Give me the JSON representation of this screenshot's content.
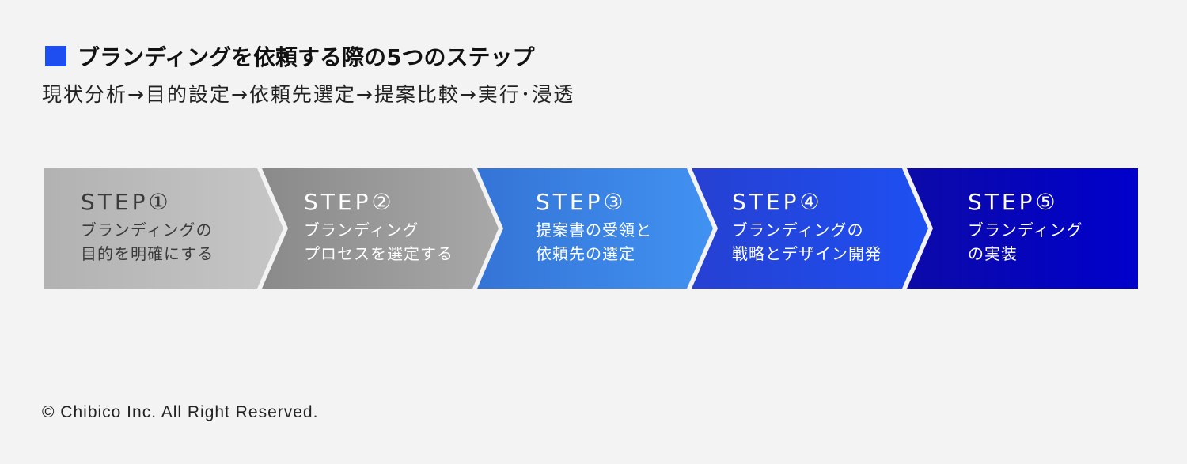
{
  "header": {
    "title_icon": "blue-square-icon",
    "title_icon_color": "#1f4ef0",
    "title": "ブランディングを依頼する際の5つのステップ",
    "subtitle": "現状分析→目的設定→依頼先選定→提案比較→実行･浸透"
  },
  "steps": [
    {
      "label": "STEP①",
      "desc_line1": "ブランディングの",
      "desc_line2": "目的を明確にする",
      "gradient_start": "#b2b2b2",
      "gradient_end": "#c6c6c6",
      "text_color": "#3a3a3a"
    },
    {
      "label": "STEP②",
      "desc_line1": "ブランディング",
      "desc_line2": "プロセスを選定する",
      "gradient_start": "#8a8a8a",
      "gradient_end": "#a8a8a8",
      "text_color": "#ffffff"
    },
    {
      "label": "STEP③",
      "desc_line1": "提案書の受領と",
      "desc_line2": "依頼先の選定",
      "gradient_start": "#3474d6",
      "gradient_end": "#4192f2",
      "text_color": "#ffffff"
    },
    {
      "label": "STEP④",
      "desc_line1": "ブランディングの",
      "desc_line2": "戦略とデザイン開発",
      "gradient_start": "#2640d2",
      "gradient_end": "#1e50f2",
      "text_color": "#ffffff"
    },
    {
      "label": "STEP⑤",
      "desc_line1": "ブランディング",
      "desc_line2": "の実装",
      "gradient_start": "#0c0aa8",
      "gradient_end": "#0000cc",
      "text_color": "#ffffff"
    }
  ],
  "footer": {
    "copyright": "© Chibico Inc. All Right Reserved."
  }
}
